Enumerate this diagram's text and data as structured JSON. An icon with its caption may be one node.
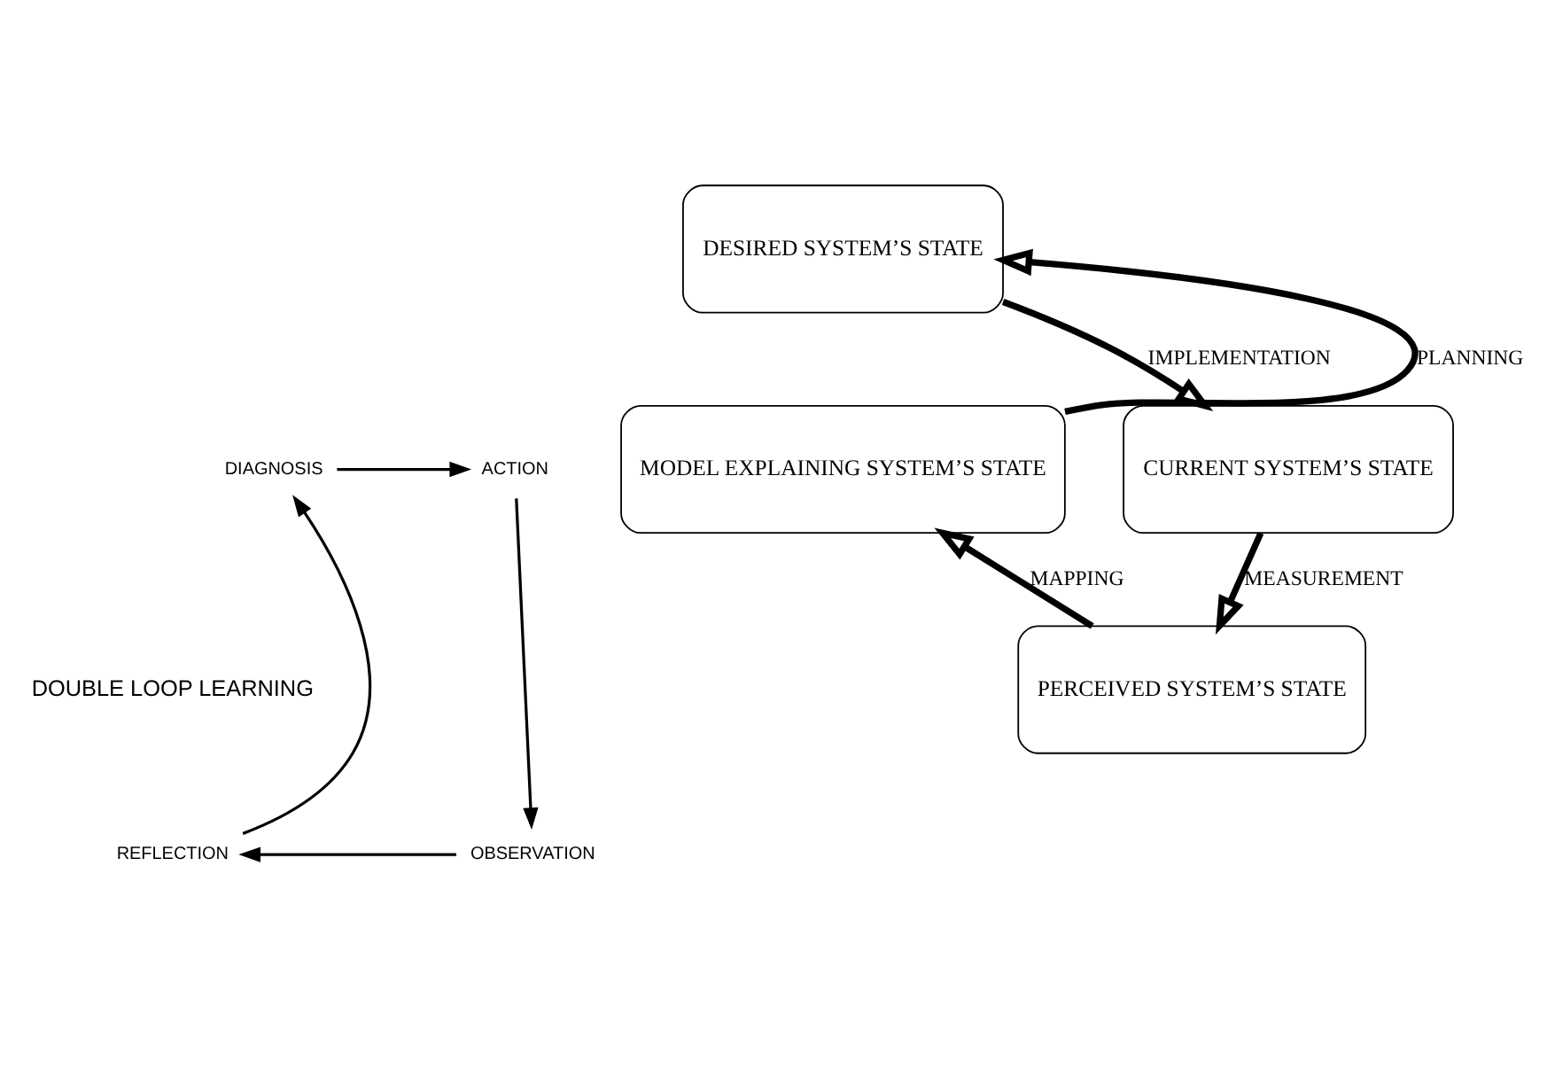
{
  "diagram": {
    "nodes": [
      {
        "text": [
          "DESIRED SYSTEM’S STATE"
        ]
      },
      {
        "text": [
          "DIAGNOSIS"
        ]
      },
      {
        "text": [
          "ACTION"
        ]
      },
      {
        "text": [
          "MODEL EXPLAINING SYSTEM’S STATE"
        ]
      },
      {
        "text": [
          "CURRENT SYSTEM’S STATE"
        ]
      },
      {
        "text": [
          "REFLECTION"
        ]
      },
      {
        "text": [
          "OBSERVATION"
        ]
      },
      {
        "text": [
          "PERCEIVED SYSTEM’S STATE"
        ]
      }
    ],
    "edges": [
      {
        "from": 3,
        "to": 0,
        "arrow": "to",
        "label": "PLANNING",
        "style": "thick"
      },
      {
        "from": 0,
        "to": 4,
        "arrow": "to",
        "label": "IMPLEMENTATION",
        "style": "thick"
      },
      {
        "from": 4,
        "to": 7,
        "arrow": "to",
        "label": "MEASUREMENT",
        "style": "thick"
      },
      {
        "from": 7,
        "to": 3,
        "arrow": "to",
        "label": "MAPPING",
        "style": "thick"
      },
      {
        "from": 1,
        "to": 2,
        "arrow": "to"
      },
      {
        "from": 2,
        "to": 6,
        "arrow": "to"
      },
      {
        "from": 6,
        "to": 5,
        "arrow": "to"
      },
      {
        "from": 5,
        "to": 1,
        "arrow": "to"
      }
    ],
    "labels": [
      "DOUBLE LOOP LEARNING"
    ]
  }
}
